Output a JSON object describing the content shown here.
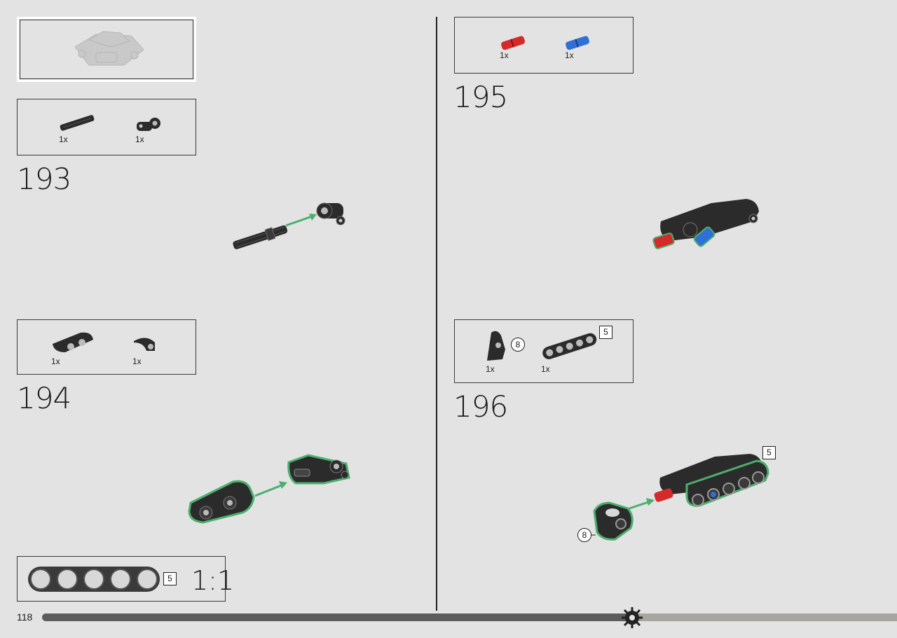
{
  "page": {
    "number": "118",
    "progress_fraction": 0.69
  },
  "left": {
    "step_193": {
      "label": "193",
      "parts": [
        {
          "qty": "1x",
          "part": "axle"
        },
        {
          "qty": "1x",
          "part": "angle-connector"
        }
      ]
    },
    "step_194": {
      "label": "194",
      "parts": [
        {
          "qty": "1x",
          "part": "double-bush"
        },
        {
          "qty": "1x",
          "part": "half-bush"
        }
      ]
    },
    "scale_box": {
      "holes": 5,
      "length_label": "5",
      "ratio": "1:1"
    }
  },
  "right": {
    "step_195": {
      "label": "195",
      "parts": [
        {
          "qty": "1x",
          "part": "red-pin"
        },
        {
          "qty": "1x",
          "part": "blue-pin"
        }
      ]
    },
    "step_196": {
      "label": "196",
      "parts": [
        {
          "qty": "1x",
          "part": "panel-connector",
          "callout": "8"
        },
        {
          "qty": "1x",
          "part": "beam-5",
          "length_label": "5"
        }
      ],
      "callouts": {
        "beam_length": "5",
        "connector_number": "8"
      }
    }
  },
  "colors": {
    "background": "#e3e3e3",
    "part_black": "#2b2b2b",
    "highlight_green": "#4caf6e",
    "pin_red": "#d42a2a",
    "pin_blue": "#2f6fd6",
    "progress_dark": "#5c5c5a",
    "progress_light": "#a9a5a0"
  }
}
